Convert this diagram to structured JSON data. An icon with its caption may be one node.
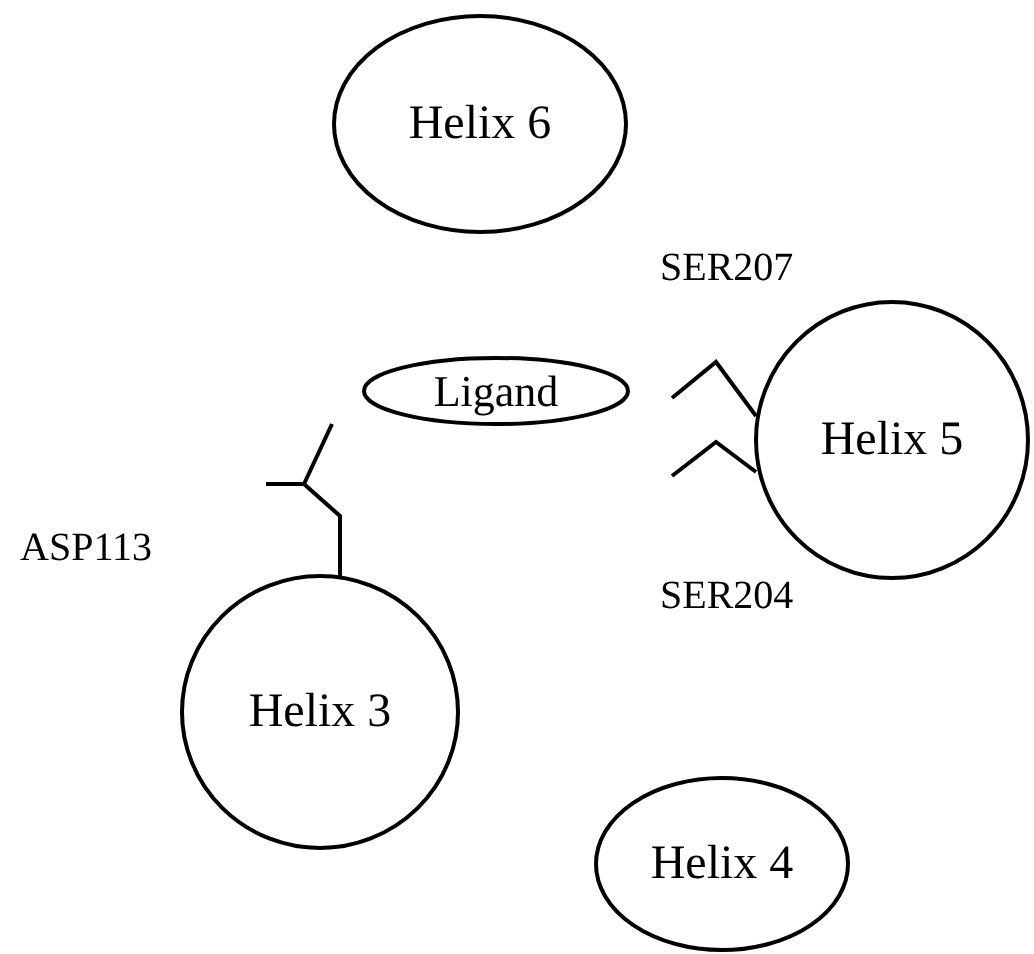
{
  "diagram": {
    "nodes": [
      {
        "text": [
          "Helix 6"
        ]
      },
      {
        "text": [
          "Ligand"
        ]
      },
      {
        "text": [
          "Helix 5"
        ]
      },
      {
        "text": [
          "Helix 3"
        ]
      },
      {
        "text": [
          "Helix 4"
        ]
      }
    ],
    "labels": [
      "SER207",
      "ASP113",
      "SER204"
    ]
  }
}
